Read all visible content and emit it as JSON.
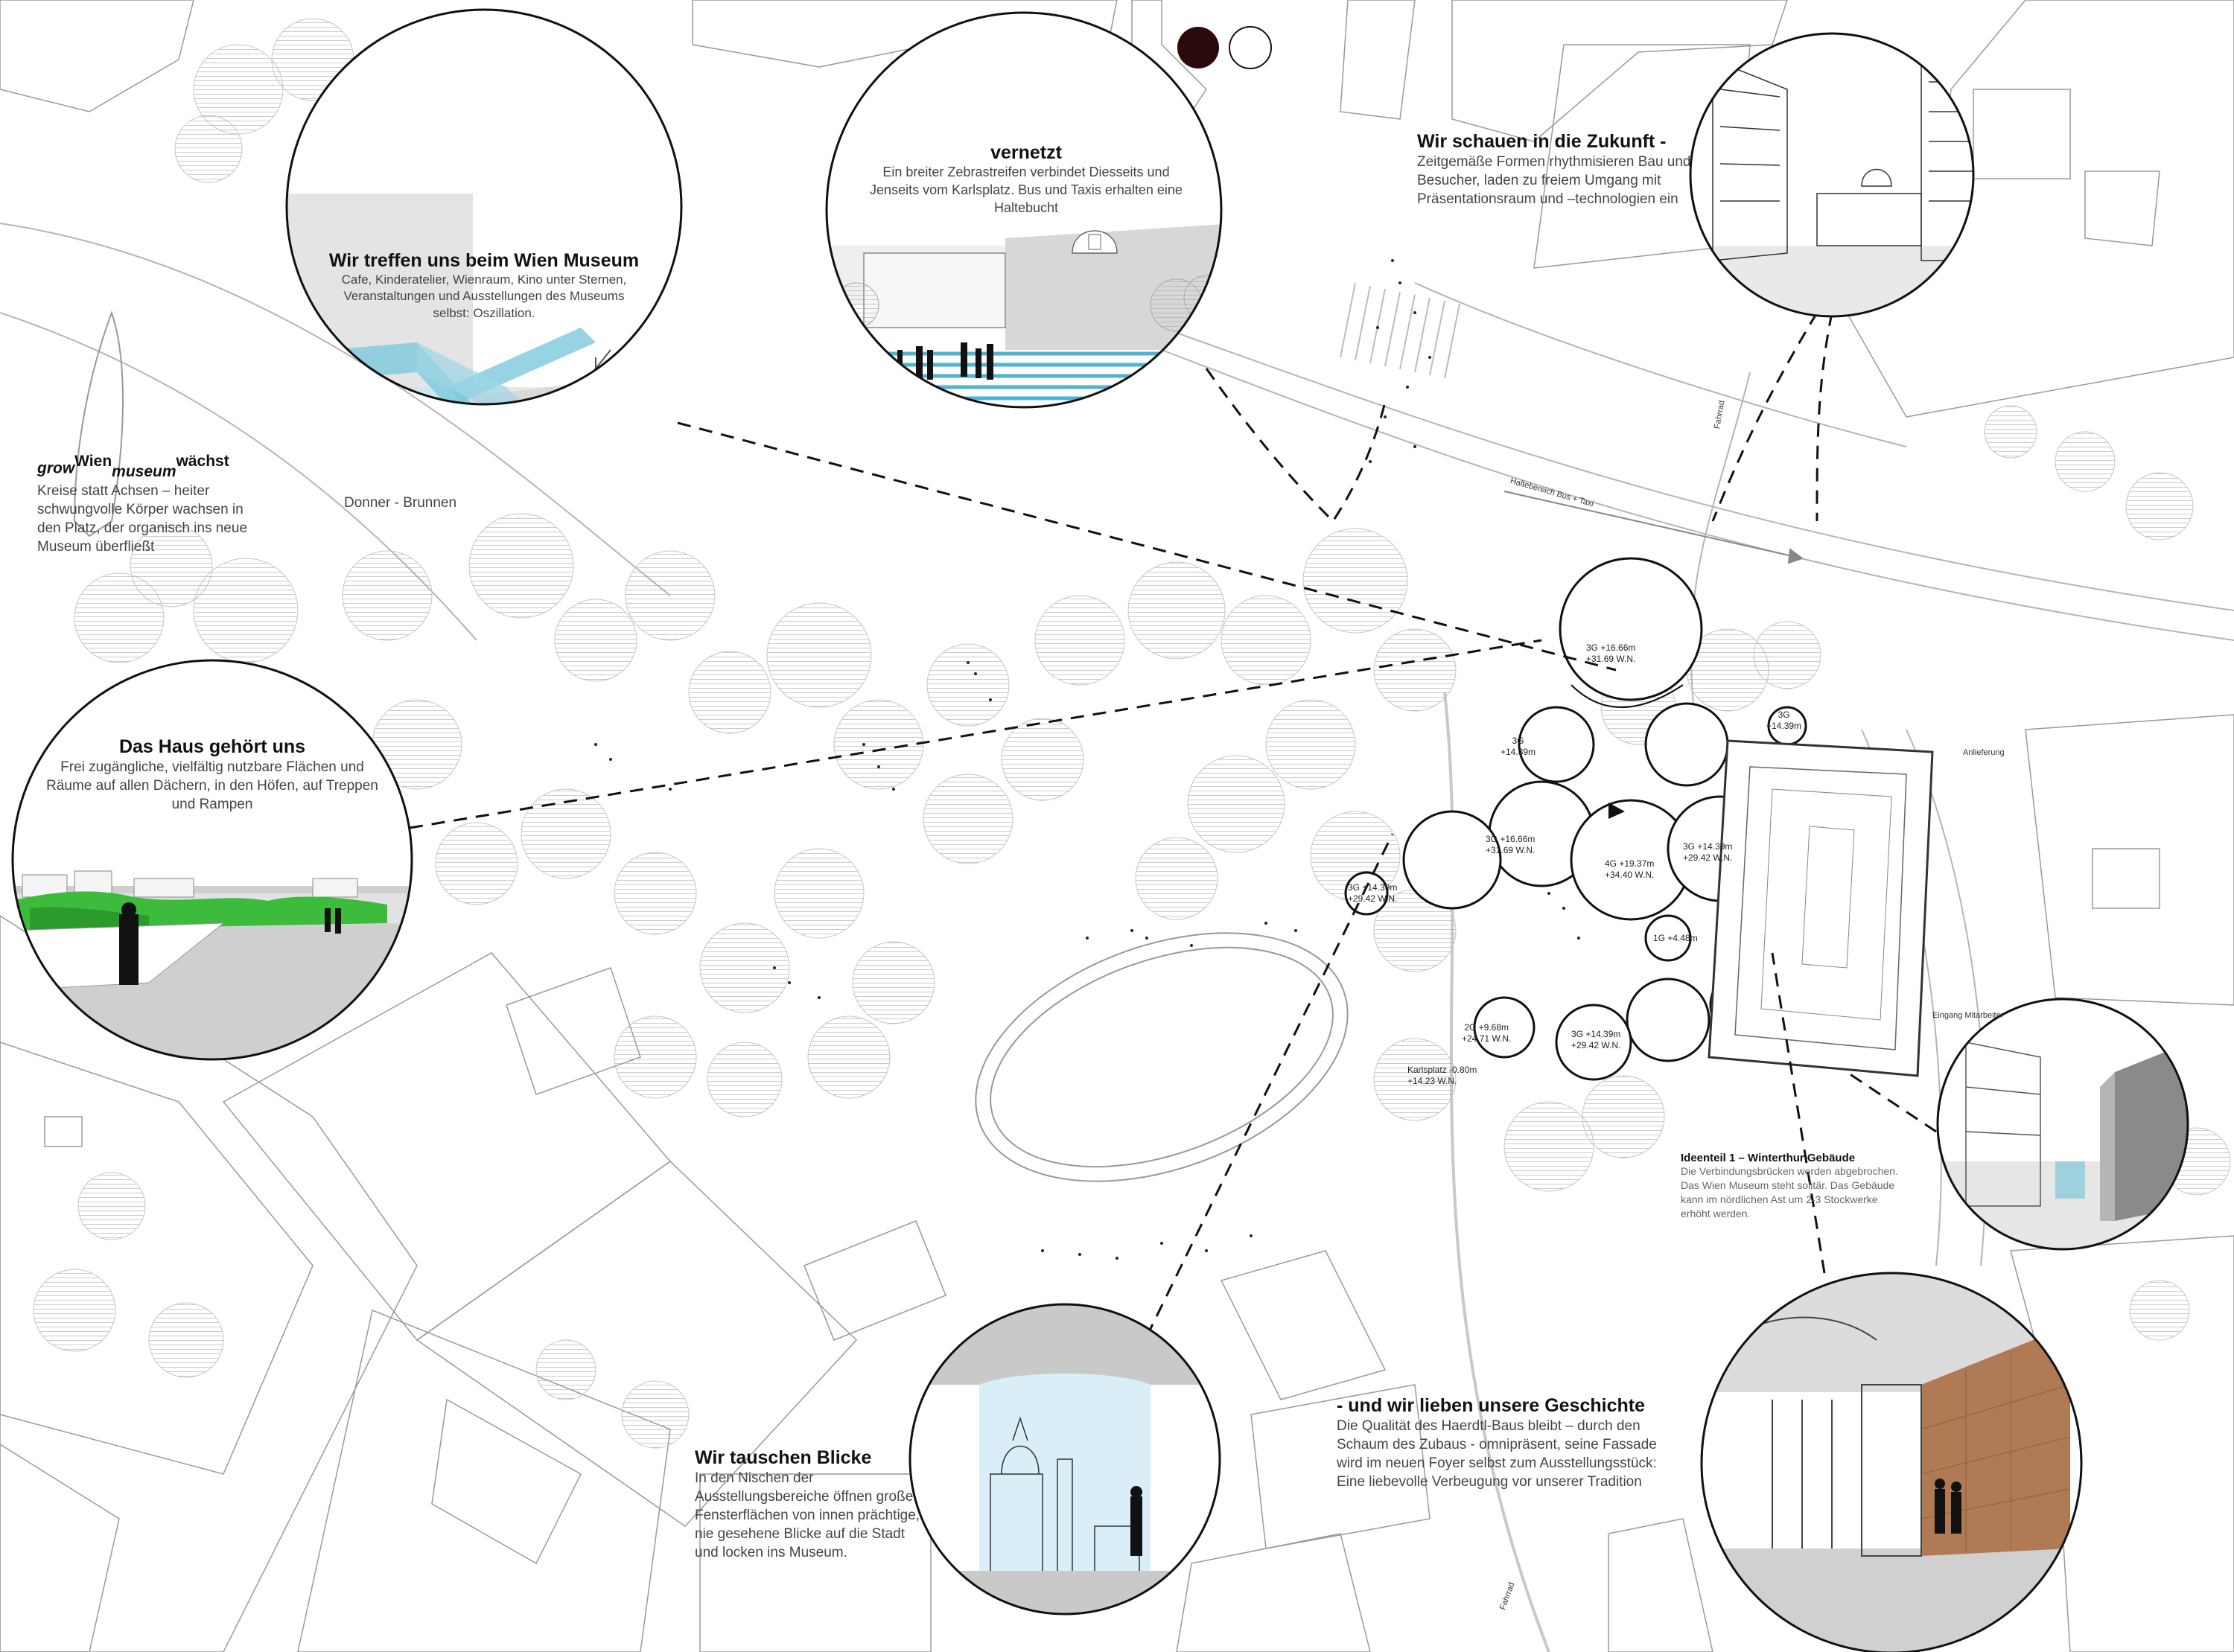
{
  "dots": {
    "first_color": "#2a0a0a",
    "second_color": "#ffffff"
  },
  "captions": {
    "wien_museum": {
      "title": "Wir treffen uns beim Wien Museum",
      "text": "Cafe, Kinderatelier, Wienraum, Kino unter Sternen, Veranstaltungen und Ausstellungen des Museums selbst: Oszillation.",
      "label": "Donner - Brunnen"
    },
    "vernetzt": {
      "title": "vernetzt",
      "text": "Ein breiter Zebrastreifen verbindet Diesseits und Jenseits vom Karlsplatz.  Bus und Taxis erhalten eine Haltebucht"
    },
    "zukunft": {
      "title": "Wir schauen in die Zukunft -",
      "text": "Zeitgemäße Formen rhythmisieren Bau und Besucher, laden zu freiem Umgang mit Präsentationsraum und –technologien ein"
    },
    "grow": {
      "grow": "grow",
      "wien": "Wien",
      "museum": "museum",
      "waechst": "wächst",
      "text": "Kreise statt Achsen – heiter schwungvolle Körper wachsen in den Platz, der organisch ins neue Museum überfließt"
    },
    "haus": {
      "title": "Das Haus gehört uns",
      "text": "Frei zugängliche, vielfältig nutzbare Flächen und Räume auf allen Dächern, in den Höfen, auf Treppen und Rampen"
    },
    "blicke": {
      "title": "Wir tauschen Blicke",
      "text": "In den Nischen der Ausstellungsbereiche öffnen große Fensterflächen von innen prächtige, nie gesehene Blicke auf die Stadt und locken ins Museum."
    },
    "geschichte": {
      "title": "- und wir lieben unsere Geschichte",
      "text": "Die Qualität des Haerdtl-Baus bleibt – durch den Schaum des Zubaus - omnipräsent, seine Fassade wird im neuen Foyer selbst zum Ausstellungsstück: Eine liebevolle Verbeugung vor unserer Tradition"
    },
    "ideenteil": {
      "title": "Ideenteil 1 – Winterthur Gebäude",
      "text": "Die Verbindungsbrücken werden abgebrochen. Das Wien Museum steht solitär. Das Gebäude kann im nördlichen Ast um 2-3 Stockwerke erhöht werden."
    }
  },
  "plan_labels": {
    "haltebereich": "Haltebereich Bus + Taxi",
    "fahrrad_top": "Fahrrad",
    "fahrrad_bottom": "Fahrrad",
    "anlieferung": "Anlieferung",
    "eingang": "Eingang Mitarbeiter",
    "c1": "3G +16.66m\n+31.69 W.N.",
    "c2": "3G\n+14.39m",
    "c3": "3G\n+14.39m",
    "c4": "3G +16.66m\n+31.69 W.N.",
    "c5": "4G +19.37m\n+34.40 W.N.",
    "c6": "3G +14.39m\n+29.42 W.N.",
    "c7": "3G +14.39m\n+29.42 W.N.",
    "c8": "1G +4.48m",
    "c9": "2G +9.68m\n+24.71 W.N.",
    "c10": "3G +14.39m\n+29.42 W.N.",
    "c11": "Karlsplatz -0.80m\n+14.23 W.N."
  },
  "colors": {
    "zebra": "#5bbcd6",
    "green": "#3dbb3d",
    "facade": "#b07a55",
    "line": "#9a9a9a",
    "dash": "#111111"
  }
}
